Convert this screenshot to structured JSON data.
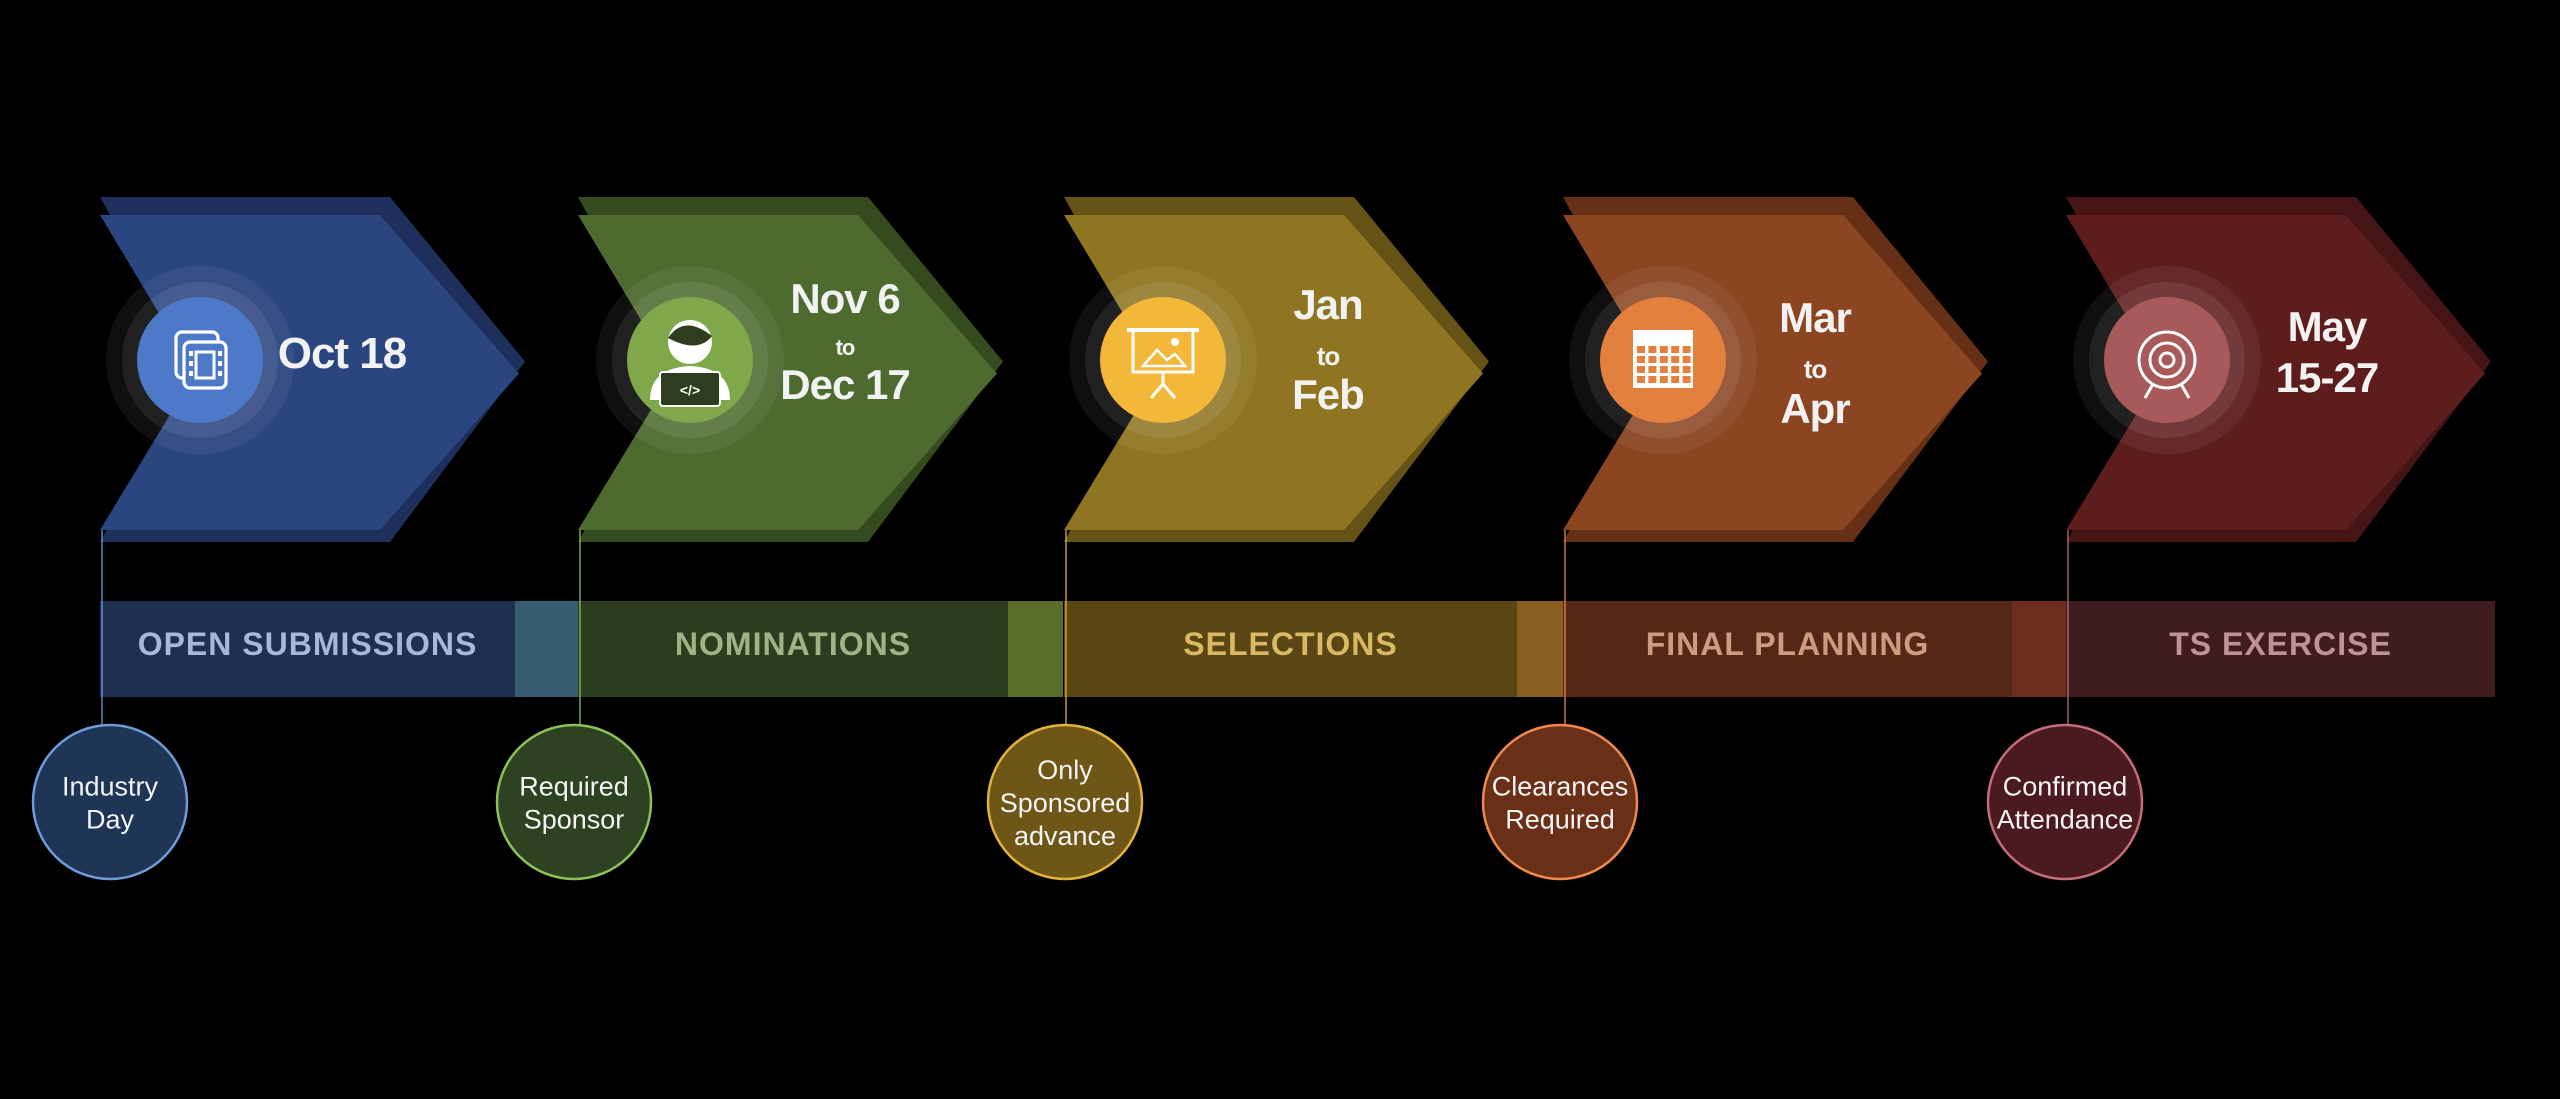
{
  "stages": [
    {
      "date_lines": [
        "Oct 18"
      ],
      "phase": "OPEN SUBMISSIONS",
      "milestone_lines": [
        "Industry",
        "Day"
      ],
      "icon": "film-icon",
      "colors": {
        "chevron": "#2b4580",
        "shade": "#1d2f5a",
        "circle": "#4e78c8",
        "bar": "#1e3050",
        "bar_text": "#a9b8d6",
        "connector": "#365d70",
        "milestone_fill": "#1e3556",
        "milestone_stroke": "#6f9bd8"
      }
    },
    {
      "date_lines": [
        "Nov 6",
        "to",
        "Dec 17"
      ],
      "phase": "NOMINATIONS",
      "milestone_lines": [
        "Required",
        "Sponsor"
      ],
      "icon": "coder-icon",
      "colors": {
        "chevron": "#4d6b2f",
        "shade": "#344b20",
        "circle": "#7ea84a",
        "bar": "#2b3d1e",
        "bar_text": "#9fb486",
        "connector": "#5a6e2a",
        "milestone_fill": "#2c4220",
        "milestone_stroke": "#8ec05a"
      }
    },
    {
      "date_lines": [
        "Jan",
        "to",
        "Feb"
      ],
      "phase": "SELECTIONS",
      "milestone_lines": [
        "Only",
        "Sponsored",
        "advance"
      ],
      "icon": "presentation-icon",
      "colors": {
        "chevron": "#8f7521",
        "shade": "#655215",
        "circle": "#f3b73a",
        "bar": "#5a4613",
        "bar_text": "#d9b866",
        "connector": "#8a5e1e",
        "milestone_fill": "#6e5616",
        "milestone_stroke": "#e2b23f"
      }
    },
    {
      "date_lines": [
        "Mar",
        "to",
        "Apr"
      ],
      "phase": "FINAL PLANNING",
      "milestone_lines": [
        "Clearances",
        "Required"
      ],
      "icon": "calendar-icon",
      "colors": {
        "chevron": "#8c4521",
        "shade": "#663016",
        "circle": "#e4803e",
        "bar": "#552716",
        "bar_text": "#cf9a82",
        "connector": "#6d2c1c",
        "milestone_fill": "#6a2f17",
        "milestone_stroke": "#ee8a50"
      }
    },
    {
      "date_lines": [
        "May",
        "15-27"
      ],
      "phase": "TS EXERCISE",
      "milestone_lines": [
        "Confirmed",
        "Attendance"
      ],
      "icon": "target-icon",
      "colors": {
        "chevron": "#5e1d1d",
        "shade": "#451414",
        "circle": "#a85959",
        "bar": "#3e1c20",
        "bar_text": "#bd9398",
        "connector": "#5e2a2e",
        "milestone_fill": "#4a1a20",
        "milestone_stroke": "#c46c78"
      }
    }
  ]
}
